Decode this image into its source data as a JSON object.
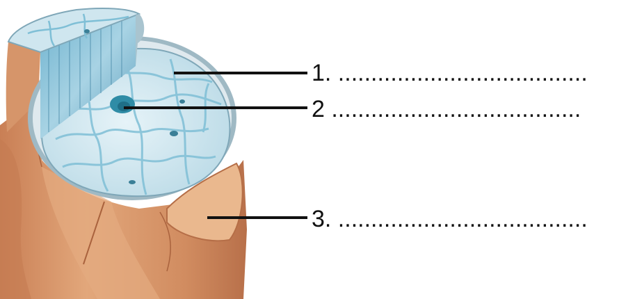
{
  "colors": {
    "background": "#ffffff",
    "tissue_outer": "#d99a6c",
    "tissue_shadow": "#c07a52",
    "tissue_light": "#eab48a",
    "section_face": "#cfe6ef",
    "section_cell_line": "#7fbfd6",
    "sheath": "#9fb9c4",
    "nucleus": "#2f8ca6",
    "leader_line": "#111111"
  },
  "labels": [
    {
      "id": "1",
      "text": "1. ......................................"
    },
    {
      "id": "2",
      "text": "2 ......................................"
    },
    {
      "id": "3",
      "text": "3. ......................................"
    }
  ]
}
